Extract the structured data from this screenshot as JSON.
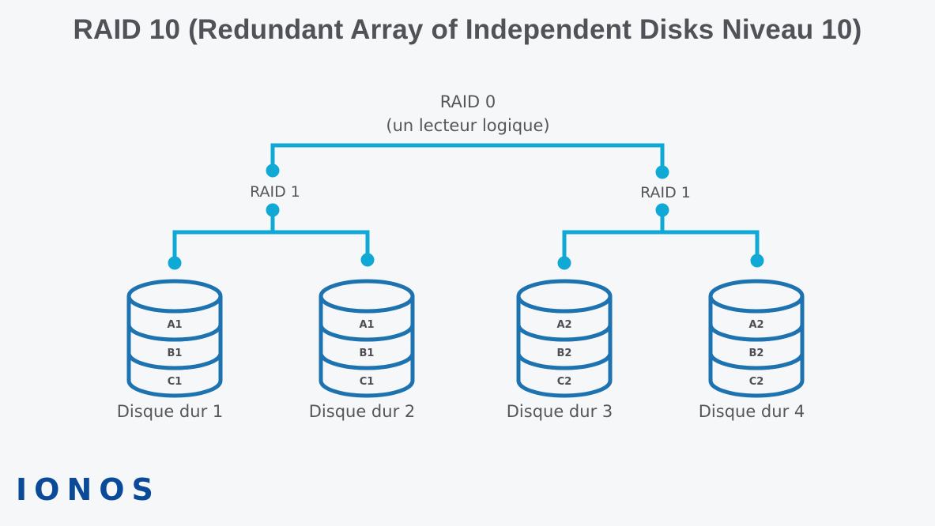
{
  "title": "RAID 10 (Redundant Array of Independent Disks Niveau 10)",
  "raid0": {
    "label": "RAID 0",
    "sublabel": "(un lecteur logique)"
  },
  "raid1_groups": [
    {
      "label": "RAID 1"
    },
    {
      "label": "RAID 1"
    }
  ],
  "disks": [
    {
      "label": "Disque dur 1",
      "blocks": [
        "A1",
        "B1",
        "C1"
      ]
    },
    {
      "label": "Disque dur 2",
      "blocks": [
        "A1",
        "B1",
        "C1"
      ]
    },
    {
      "label": "Disque dur 3",
      "blocks": [
        "A2",
        "B2",
        "C2"
      ]
    },
    {
      "label": "Disque dur 4",
      "blocks": [
        "A2",
        "B2",
        "C2"
      ]
    }
  ],
  "colors": {
    "connector": "#10a8d4",
    "disk_stroke": "#1d72b0",
    "text": "#54565a",
    "logo": "#0b4a98",
    "background": "#f6f7f9"
  },
  "logo": {
    "text": "IONOS"
  }
}
